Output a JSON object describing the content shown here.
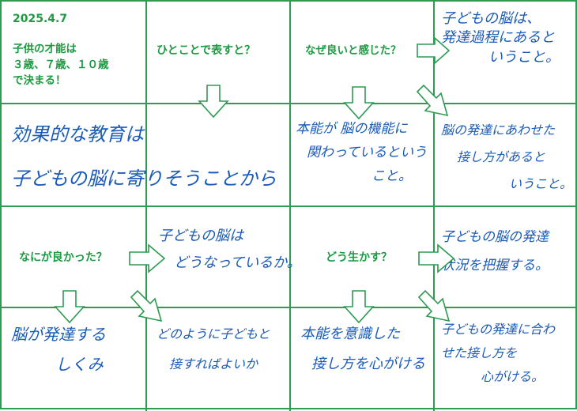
{
  "header": {
    "date": "2025.4.7",
    "theme_lines": [
      "子供の才能は",
      "３歳、７歳、１０歳",
      "で決まる！"
    ]
  },
  "prompts": {
    "summary": "ひとことで表すと？",
    "why_good": "なぜ良いと感じた？",
    "what_good": "なにが良かった？",
    "how_use": "どう生かす？"
  },
  "answers": {
    "summary_lines": [
      "効果的な教育は",
      "子どもの脳に寄りそうことから"
    ],
    "why_1_lines": [
      "本能が 脳の機能に",
      "関わっているという",
      "こと。"
    ],
    "why_2_lines": [
      "子どもの脳は、",
      "発達過程にあると",
      "いうこと。"
    ],
    "why_3_lines": [
      "脳の発達にあわせた",
      "接し方があると",
      "いうこと。"
    ],
    "what_1_lines": [
      "子どもの脳は",
      "どうなっているか。"
    ],
    "what_2_lines": [
      "脳が発達する",
      "しくみ"
    ],
    "what_3_lines": [
      "どのように子どもと",
      "接すればよいか"
    ],
    "use_1_lines": [
      "子どもの脳の発達",
      "状況を把握する。"
    ],
    "use_2_lines": [
      "本能を意識した",
      "接し方を心がける"
    ],
    "use_3_lines": [
      "子どもの発達に合わ",
      "せた接し方を",
      "心がける。"
    ]
  },
  "colors": {
    "grid": "#2e9a52",
    "print_text": "#1d9a42",
    "handwriting": "#1a5bb8"
  }
}
